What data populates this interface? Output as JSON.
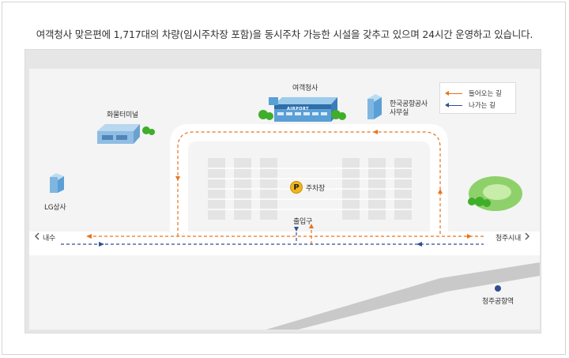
{
  "caption": "여객청사 맞은편에 1,717대의 차량(임시주차장 포함)을 동시주차 가능한 시설을 갖추고 있으며 24시간 운영하고 있습니다.",
  "map": {
    "labels": {
      "passenger_terminal": "여객청사",
      "terminal_sign": "AIRPORT",
      "cargo_terminal": "화물터미널",
      "kac_office_line1": "한국공항공사",
      "kac_office_line2": "사무실",
      "lg": "LG상사",
      "parking": "주차장",
      "parking_symbol": "P",
      "entrance": "출입구",
      "west_direction": "내수",
      "east_direction": "청주시내",
      "station": "청주공항역"
    },
    "legend": {
      "incoming": "들어오는 길",
      "outgoing": "나가는 길"
    },
    "colors": {
      "incoming_route": "#e8731e",
      "outgoing_route": "#2f4f8f",
      "parking_slots": "#e4e4e4",
      "road": "#ffffff",
      "building_blue": "#5a9fd6",
      "tree_green": "#3fae2a"
    }
  }
}
